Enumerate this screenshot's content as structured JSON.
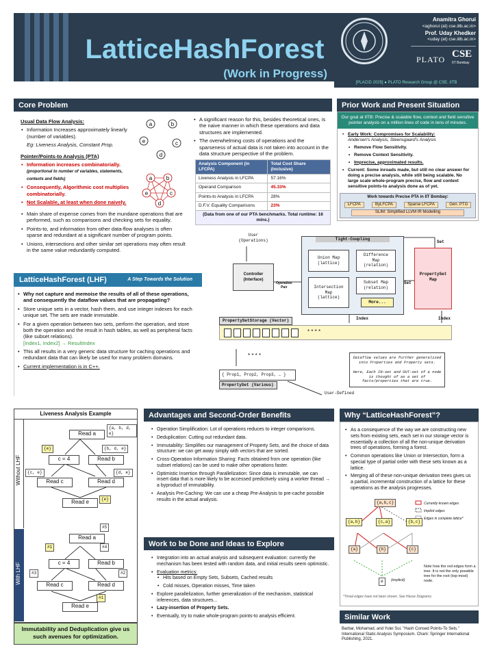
{
  "header": {
    "title": "LatticeHashForest",
    "subtitle": "(Work in Progress)",
    "author1": "Anamitra Ghorui",
    "email1": "<aghorui (at) cse.iitb.ac.in>",
    "author2": "Prof. Uday Khedker",
    "email2": "<uday (at) cse.iitb.ac.in>",
    "conf": "[PLACID 2025]  ●  PLATO Research Group @ CSE, IITB",
    "plato": "PLATO",
    "cse": "CSE",
    "iitb": "IIT Bombay"
  },
  "core": {
    "title": "Core Problem",
    "usual_h": "Usual Data Flow Analysis:",
    "usual_1": "Information Increases approximately linearly (number of variables).",
    "usual_2": "Eg: Liveness Analysis, Constant Prop.",
    "pta_h": "Pointer/Points-to Analysis (PTA)",
    "pta_1": "Information increases combinatorially.",
    "pta_1b": "(proportional to number of variables, statements, contexts and fields)",
    "pta_2": "Consequently, Algorithmic cost multiplies combinatorially.",
    "pta_3": "Not Scalable, at least when done naively.",
    "main1": "Main share of expense comes from the mundane operations that are performed, such as comparisons and checking sets for equality.",
    "main2": "Points-to, and information from other data-flow analyses is often sparse and redundant at a significant number of program points.",
    "main3": "Unions, intersections and other similar set operations may often result in the same value redundantly computed.",
    "r1": "A significant reason for this, besides theoretical ones, is the naive manner in which these operations and data structures are implemented.",
    "r2": "The overwhelming costs of operations and the sparseness of actual data is not taken into account in the data structure perspective of the problem.",
    "table_head": [
      "Analysis Component (in LFCPA)",
      "Total Cost Share (Inclusive)"
    ],
    "table": [
      [
        "Liveness Analysis in LFCPA",
        "57.16%"
      ],
      [
        "Operand Comparison",
        "45.33%"
      ],
      [
        "Points-to Analysis in LFCPA",
        "28%"
      ],
      [
        "D.F.V. Equality Comparisons",
        "23%"
      ]
    ],
    "table_note": "(Data from one of our PTA benchmarks. Total runtime: 16 mins.)",
    "nodes": [
      "a",
      "b",
      "c",
      "d",
      "e"
    ]
  },
  "prior": {
    "title": "Prior Work and Present Situation",
    "goal": "Our goal at IITB: Precise & scalable flow, context and field sensitive pointer analysis on a million lines of code in tens of minutes.",
    "early": "Early Work: Compromises for Scalability:",
    "early_sub": "Andersen's Analysis, Steensgaard's Analysis",
    "e1": "Remove Flow Sensitivity.",
    "e2": "Remove Context Sensitivity.",
    "e3": "Imprecise, approximated results.",
    "current": "Current: Some inroads made, but still no clear answer for doing a precise analysis, while still being scalable. No large scale whole-program precise, flow and context sensitive points-to analysis done as of yet.",
    "works_title": "Work towards Precise PTA in IIT Bombay:",
    "works": [
      "LFCPA",
      "ByLFCPA",
      "Sparse LFCPA",
      "Gen. PTG"
    ],
    "slim": "SLIM: Simplified LLVM IR Modelling"
  },
  "lhf": {
    "title": "LatticeHashForest (LHF)",
    "tag": "A Step Towards the Solution",
    "b1": "Why not capture and memoise the results of all of these operations, and consequently the dataflow values that are propagating?",
    "b2": "Store unique sets in a vector, hash them, and use integer indexes for each unique set. The sets are made immutable.",
    "b3": "For a given operation between two sets, perform the operation, and store both the operation and the result in hash tables, as well as peripheral facts (like subset relations).",
    "b3b": "[Index1, Index2] → ResultIndex",
    "b4": "This all results in a very generic data structure for caching operations and redundant data that can likely be used for many problem domains.",
    "b5": "Current implementation is in C++."
  },
  "diagram": {
    "user": "User\n(Operations)",
    "controller": "Controller\n(Interface)",
    "tight": "Tight-Coupling",
    "union": "Union Map\n(lattice)",
    "diff": "Difference\nMap\n(relation)",
    "inter": "Intersection\nMap\n(lattice)",
    "subset": "Subset Map\n(relation)",
    "more": "More...",
    "psmap": "PropertySet\nMap",
    "storage": "PropertySetStorage (Vector)",
    "op_pair": "Operation\nPair",
    "set": "Set",
    "index": "Index",
    "props": "{ Prop1, Prop2, Prop3, … }",
    "pset": "PropertySet (Various)",
    "userdef": "User-Defined",
    "note": "Dataflow values are further generalized into Properties and Property sets.\n\nHere, Each IN-set and OUT-set of a node is thought of as a set of facts/properties that are true."
  },
  "liveness": {
    "title": "Liveness Analysis Example",
    "without": "Without LHF",
    "with": "With LHF",
    "footer": "Immutability and Deduplication give us such avenues for optimization."
  },
  "adv": {
    "title": "Advantages and Second-Order Benefits",
    "a1": "Operation Simplification: Lot of operations reduces to integer comparisons.",
    "a2": "Deduplication: Cutting out redundant data.",
    "a3": "Immutability: Simplifies our management of Property Sets, and the choice of data structure: we can get away simply with vectors that are sorted.",
    "a4": "Cross-Operation Information Sharing: Facts obtained from one operation (like subset relations) can be used to make other operations faster.",
    "a5": "Optimistic Insertion through Parallelization: Since data is immutable, we can insert data that is more likely to be accessed predictively using a worker thread → a byproduct of immutability.",
    "a6": "Analysis Pre-Caching: We can use a cheap Pre-Analysis to pre-cache possible results in the actual analysis."
  },
  "work": {
    "title": "Work to be Done and Ideas to Explore",
    "w1": "Integration into an actual analysis and subsequent evaluation: currently the mechanism has been tested with random data, and initial results seem optimistic.",
    "w2": "Evaluation metrics:",
    "w2a": "Hits based on Empty Sets, Subsets, Cached results",
    "w2b": "Cold misses, Operation misses, Time taken",
    "w3": "Explore parallelization, further generalization of the mechanism, statistical inferences, data structures...",
    "w4": "Lazy-insertion of Property Sets.",
    "w5": "Eventually, try to make whole-program points-to analysis efficient."
  },
  "why": {
    "title": "Why “LatticeHashForest”?",
    "y1": "As a consequence of the way we are constructing new sets from existing sets, each set in our storage vector is essentially a collection of all the non-unique derivation trees of operations, forming a forest.",
    "y2": "Common operations like Union or Intersection, form a special type of partial order with these sets known as a lattice.",
    "y3": "Merging all of these non-unique derivation trees gives us a partial, incremental construction of a lattice for these operations as the analysis progresses.",
    "legend": [
      "Currently known edges",
      "Implicit edges",
      "Edges in complete lattice*"
    ],
    "note": "Note how the red edges form a tree. It is not the only possible tree for the root (top-most) node.",
    "foot": "*Trivial edges have not been shown. See Hasse Diagrams.",
    "lat": [
      "{a,b,c}",
      "{a,b}",
      "{c,a}",
      "{b,c}",
      "{a}",
      "{b}",
      "{c}",
      "ø",
      "(implicit)"
    ]
  },
  "similar": {
    "title": "Similar Work",
    "ref": "Barbar, Mohamad, and Yulei Sui. \"Hash Consed Points-To Sets.\" International Static Analysis Symposium. Cham: Springer International Publishing, 2021."
  }
}
